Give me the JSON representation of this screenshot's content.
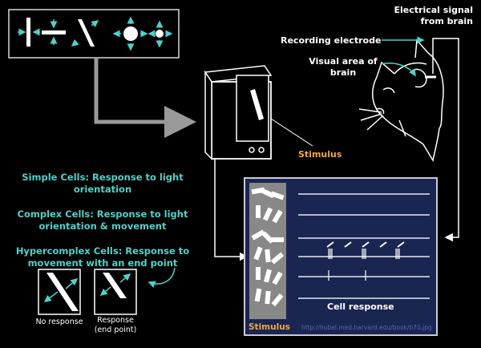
{
  "labels": {
    "electrical_signal": [
      "Electrical signal",
      "from brain"
    ],
    "recording_electrode": "Recording electrode",
    "visual_area": [
      "Visual area of",
      "brain"
    ],
    "stimulus_monitor": "Stimulus",
    "stimulus_panel": "Stimulus",
    "cell_response": "Cell response",
    "source_url": "http://hubel.med.harvard.edu/book/b70.jpg"
  },
  "cell_types": [
    {
      "lines": [
        "Simple Cells: Response to light",
        "orientation"
      ]
    },
    {
      "lines": [
        "Complex Cells: Response to light",
        "orientation & movement"
      ]
    },
    {
      "lines": [
        "Hypercomplex Cells: Response to",
        "movement with an end point"
      ]
    }
  ],
  "examples": {
    "no_response": "No response",
    "response": [
      "Response",
      "(end point)"
    ]
  },
  "colors": {
    "background": "#000000",
    "accent_teal": "#4fd1c9",
    "stimulus_orange": "#f2a93b",
    "panel_blue": "#1a2552",
    "panel_border": "#c9c9d6",
    "arrow_gray": "#9a9a9a"
  },
  "icons": [
    "line-stimulus-icon",
    "light-spot-icon",
    "cat-head-icon",
    "monitor-icon",
    "bar-stimulus-icon"
  ]
}
